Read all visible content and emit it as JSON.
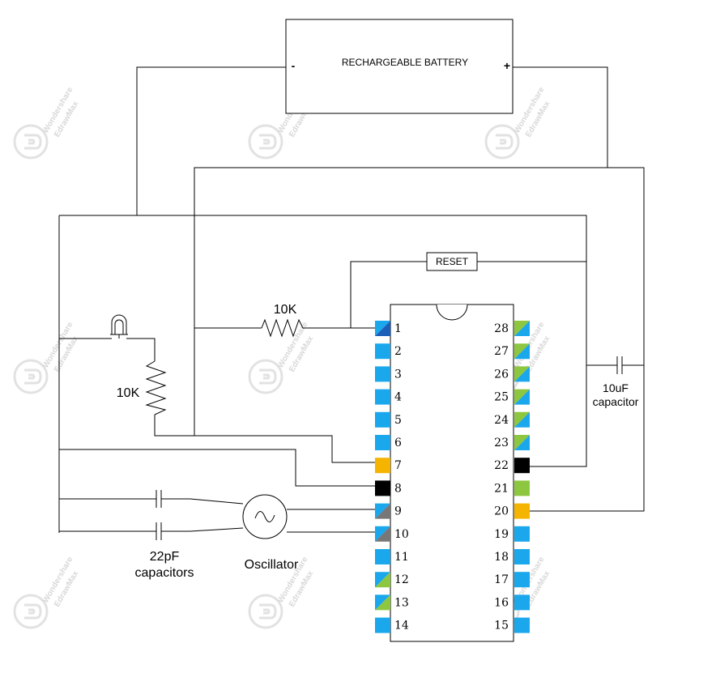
{
  "battery": {
    "label": "RECHARGEABLE BATTERY",
    "neg": "-",
    "pos": "+"
  },
  "reset_label": "RESET",
  "resistor_top_label": "10K",
  "resistor_left_label": "10K",
  "capacitor_10uf": {
    "line1": "10uF",
    "line2": "capacitor"
  },
  "capacitors_22pf": {
    "line1": "22pF",
    "line2": "capacitors"
  },
  "oscillator_label": "Oscillator",
  "watermark": {
    "line1": "Wondershare",
    "line2": "EdrawMax"
  },
  "chip": {
    "left_pins": [
      "1",
      "2",
      "3",
      "4",
      "5",
      "6",
      "7",
      "8",
      "9",
      "10",
      "11",
      "12",
      "13",
      "14"
    ],
    "right_pins": [
      "28",
      "27",
      "26",
      "25",
      "24",
      "23",
      "22",
      "21",
      "20",
      "19",
      "18",
      "17",
      "16",
      "15"
    ]
  },
  "colors": {
    "pin_blue": "#1aa7ec",
    "pin_dark_blue": "#1c5fb8",
    "pin_green": "#8dc63f",
    "pin_gray": "#777777",
    "pin_orange": "#f5b400",
    "pin_black": "#000000"
  }
}
